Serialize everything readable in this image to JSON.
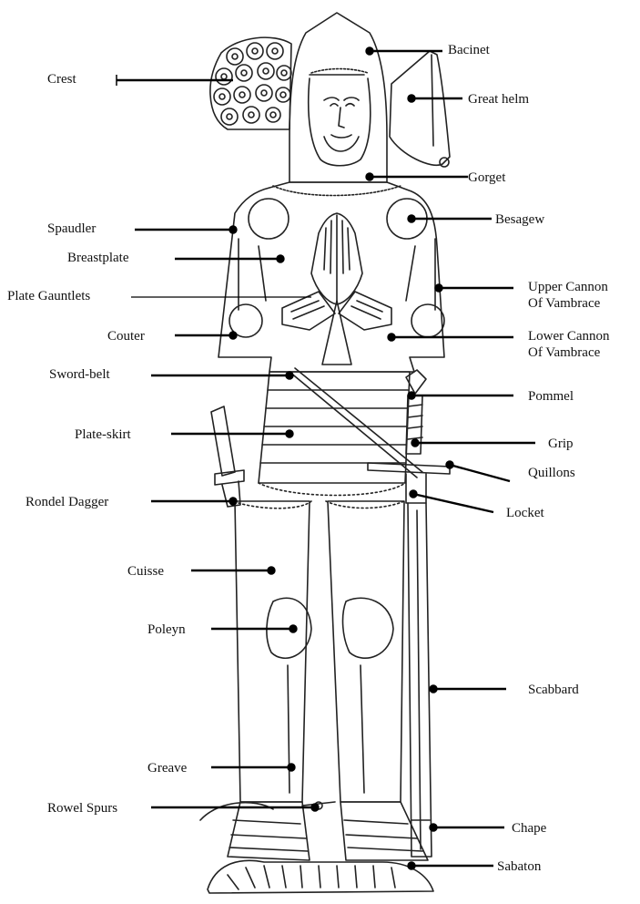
{
  "labels": {
    "crest": "Crest",
    "bacinet": "Bacinet",
    "great_helm": "Great helm",
    "gorget": "Gorget",
    "spaudler": "Spaudler",
    "besagew": "Besagew",
    "breastplate": "Breastplate",
    "plate_gauntlets": "Plate Gauntlets",
    "upper_cannon_line1": "Upper Cannon",
    "upper_cannon_line2": "Of Vambrace",
    "couter": "Couter",
    "lower_cannon_line1": "Lower Cannon",
    "lower_cannon_line2": "Of Vambrace",
    "sword_belt": "Sword-belt",
    "pommel": "Pommel",
    "plate_skirt": "Plate-skirt",
    "grip": "Grip",
    "quillons": "Quillons",
    "rondel_dagger": "Rondel Dagger",
    "locket": "Locket",
    "cuisse": "Cuisse",
    "poleyn": "Poleyn",
    "scabbard": "Scabbard",
    "greave": "Greave",
    "rowel_spurs": "Rowel Spurs",
    "chape": "Chape",
    "sabaton": "Sabaton"
  }
}
